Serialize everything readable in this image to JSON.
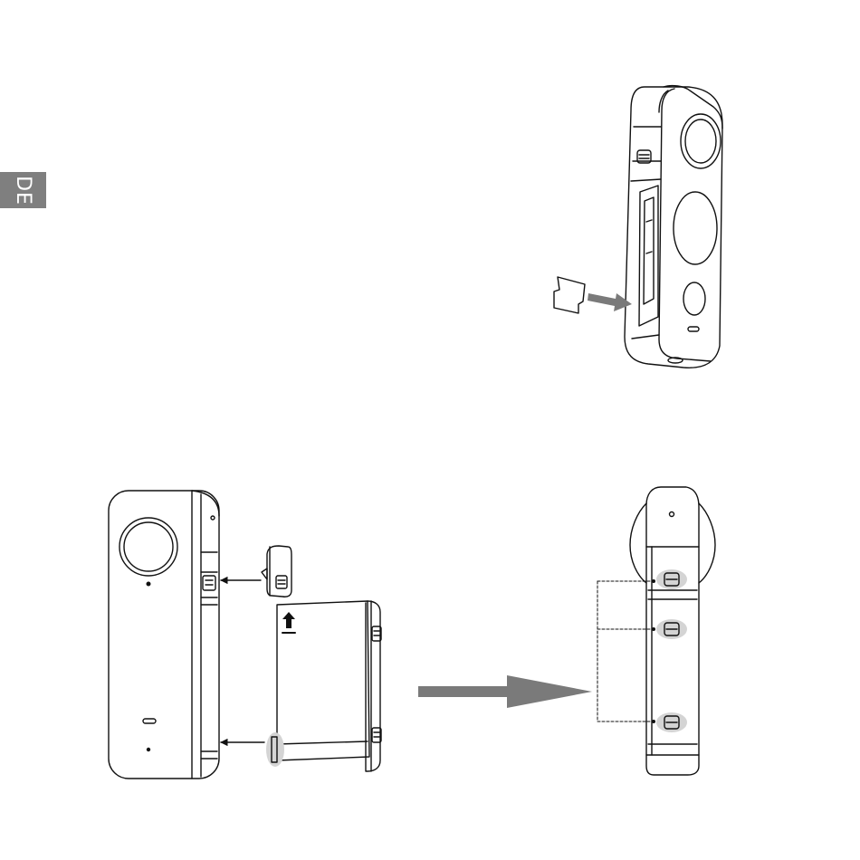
{
  "language_tab": {
    "label": "DE"
  },
  "colors": {
    "line": "#111111",
    "arrow_gray": "#7a7a7a",
    "highlight_fill": "#d4d4d4",
    "tab_bg": "#7f7f7f"
  },
  "illustrations": [
    {
      "name": "camera-sd-card-insertion"
    },
    {
      "name": "camera-battery-insertion"
    },
    {
      "name": "camera-battery-locks-side-view"
    }
  ]
}
